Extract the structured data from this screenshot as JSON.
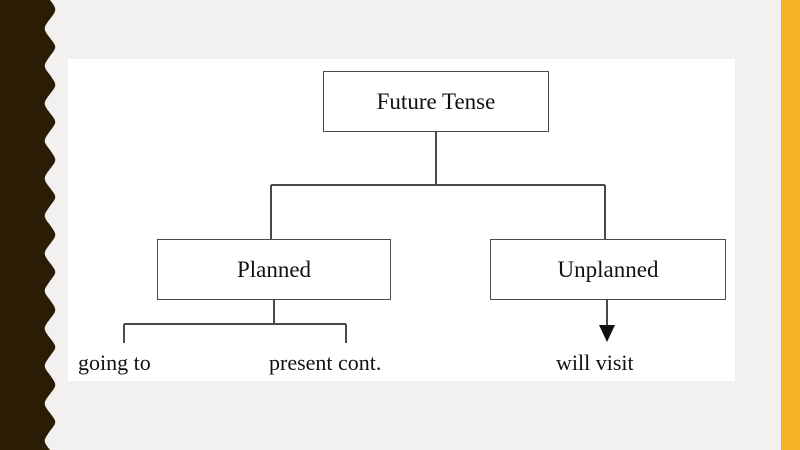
{
  "slide": {
    "background_color": "#F2F1EF",
    "left_band_color": "#2B1C06",
    "accent_bar_color": "#F5B324",
    "panel_color": "#FFFFFF"
  },
  "diagram": {
    "type": "tree",
    "line_color": "#4A4A4A",
    "root": {
      "label": "Future Tense"
    },
    "branches": [
      {
        "label": "Planned",
        "leaves": [
          {
            "label": "going to"
          },
          {
            "label": "present cont."
          }
        ]
      },
      {
        "label": "Unplanned",
        "leaves": [
          {
            "label": "will visit"
          }
        ]
      }
    ]
  }
}
